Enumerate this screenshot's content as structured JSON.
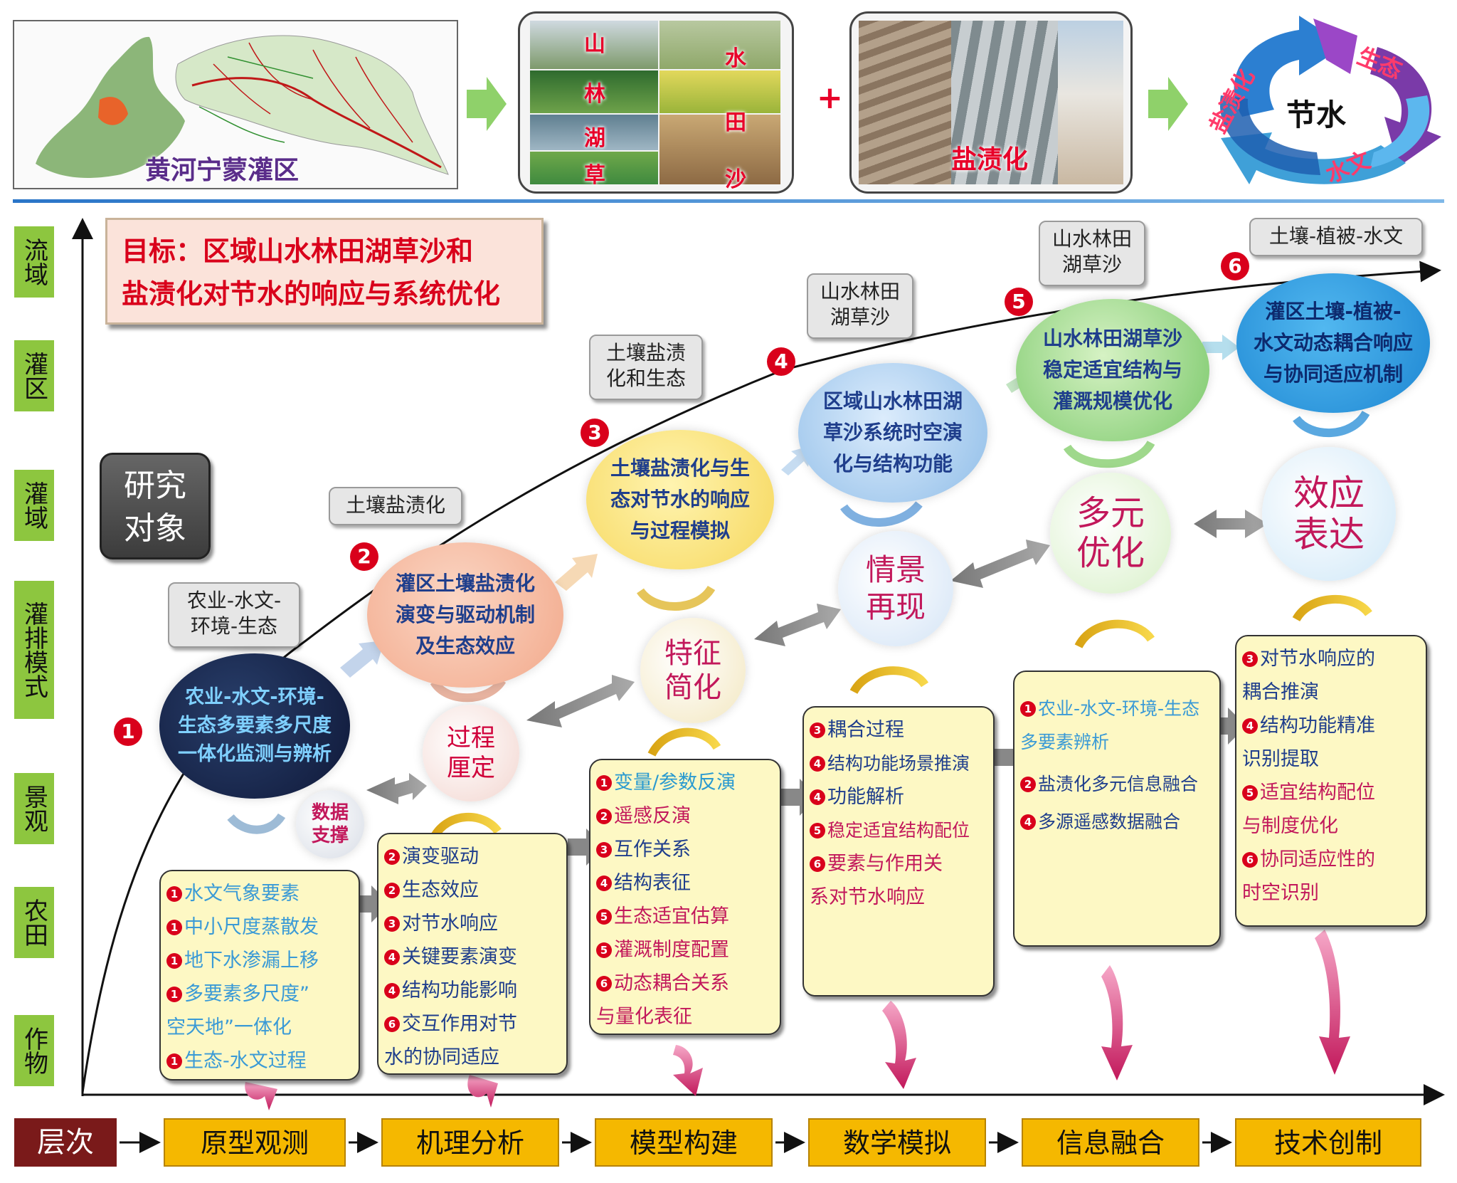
{
  "banner": {
    "map_label": "黄河宁蒙灌区",
    "landscape_tiles": [
      "山",
      "水",
      "林",
      "田",
      "湖",
      "草",
      "沙"
    ],
    "plus_sign": "+",
    "salinization_label": "盐渍化",
    "cycle": {
      "center": "节水",
      "top": "生态",
      "left": "盐渍化",
      "right": "水文"
    }
  },
  "goal": {
    "line1": "目标：区域山水林田湖草沙和",
    "line2": "盐渍化对节水的响应与系统优化"
  },
  "research_object": "研究\n对象",
  "scales": [
    "流域",
    "灌区",
    "灌域",
    "灌排模式",
    "景观",
    "农田",
    "作物"
  ],
  "stages": [
    {
      "num": "1",
      "note": "农业-水文-\n环境-生态",
      "ellipse": "农业-水文-环境-\n生态多要素多尺度\n一体化监测与辨析"
    },
    {
      "num": "2",
      "note": "土壤盐渍化",
      "ellipse": "灌区土壤盐渍化\n演变与驱动机制\n及生态效应"
    },
    {
      "num": "3",
      "note": "土壤盐渍\n化和生态",
      "ellipse": "土壤盐渍化与生\n态对节水的响应\n与过程模拟"
    },
    {
      "num": "4",
      "note": "山水林田\n湖草沙",
      "ellipse": "区域山水林田湖\n草沙系统时空演\n化与结构功能"
    },
    {
      "num": "5",
      "note": "山水林田\n湖草沙",
      "ellipse": "山水林田湖草沙\n稳定适宜结构与\n灌溉规模优化"
    },
    {
      "num": "6",
      "note": "土壤-植被-水文",
      "ellipse": "灌区土壤-植被-\n水文动态耦合响应\n与协同适应机制"
    }
  ],
  "methods": {
    "data_support": "数据\n支撑",
    "process": "过程\n厘定",
    "simplify": "特征\n简化",
    "scenario": "情景\n再现",
    "optimize": "多元\n优化",
    "express": "效应\n表达"
  },
  "boxes": [
    [
      {
        "n": "1",
        "t": "水文气象要素"
      },
      {
        "n": "1",
        "t": "中小尺度蒸散发"
      },
      {
        "n": "1",
        "t": "地下水渗漏上移"
      },
      {
        "n": "1",
        "t": "多要素多尺度”\n空天地”一体化"
      },
      {
        "n": "1",
        "t": "生态-水文过程"
      }
    ],
    [
      {
        "n": "2",
        "t": "演变驱动"
      },
      {
        "n": "2",
        "t": "生态效应"
      },
      {
        "n": "3",
        "t": "对节水响应"
      },
      {
        "n": "4",
        "t": "关键要素演变"
      },
      {
        "n": "4",
        "t": "结构功能影响"
      },
      {
        "n": "6",
        "t": "交互作用对节\n水的协同适应"
      }
    ],
    [
      {
        "n": "1",
        "t": "变量/参数反演"
      },
      {
        "n": "2",
        "t": "遥感反演"
      },
      {
        "n": "3",
        "t": "互作关系"
      },
      {
        "n": "4",
        "t": "结构表征"
      },
      {
        "n": "5",
        "t": "生态适宜估算"
      },
      {
        "n": "5",
        "t": "灌溉制度配置"
      },
      {
        "n": "6",
        "t": "动态耦合关系\n与量化表征"
      }
    ],
    [
      {
        "n": "3",
        "t": "耦合过程"
      },
      {
        "n": "4",
        "t": "结构功能场景推演"
      },
      {
        "n": "4",
        "t": "功能解析"
      },
      {
        "n": "5",
        "t": "稳定适宜结构配位"
      },
      {
        "n": "6",
        "t": "要素与作用关\n系对节水响应"
      }
    ],
    [
      {
        "n": "1",
        "t": "农业-水文-环境-生态\n多要素辨析"
      },
      {
        "n": "2",
        "t": "盐渍化多元信息融合"
      },
      {
        "n": "4",
        "t": "多源遥感数据融合"
      }
    ],
    [
      {
        "n": "3",
        "t": "对节水响应的\n耦合推演"
      },
      {
        "n": "4",
        "t": "结构功能精准\n识别提取"
      },
      {
        "n": "5",
        "t": "适宜结构配位\n与制度优化"
      },
      {
        "n": "6",
        "t": "协同适应性的\n时空识别"
      }
    ]
  ],
  "levels_label": "层次",
  "levels": [
    "原型观测",
    "机理分析",
    "模型构建",
    "数学模拟",
    "信息融合",
    "技术创制"
  ],
  "colors": {
    "number_red": "#d9001b",
    "yellow_box": "#fdf8c4",
    "level_box": "#f5b800",
    "scale_green": "#8dc63f",
    "levels_label_bg": "#7a1a1a",
    "goal_text": "#d9001b"
  }
}
